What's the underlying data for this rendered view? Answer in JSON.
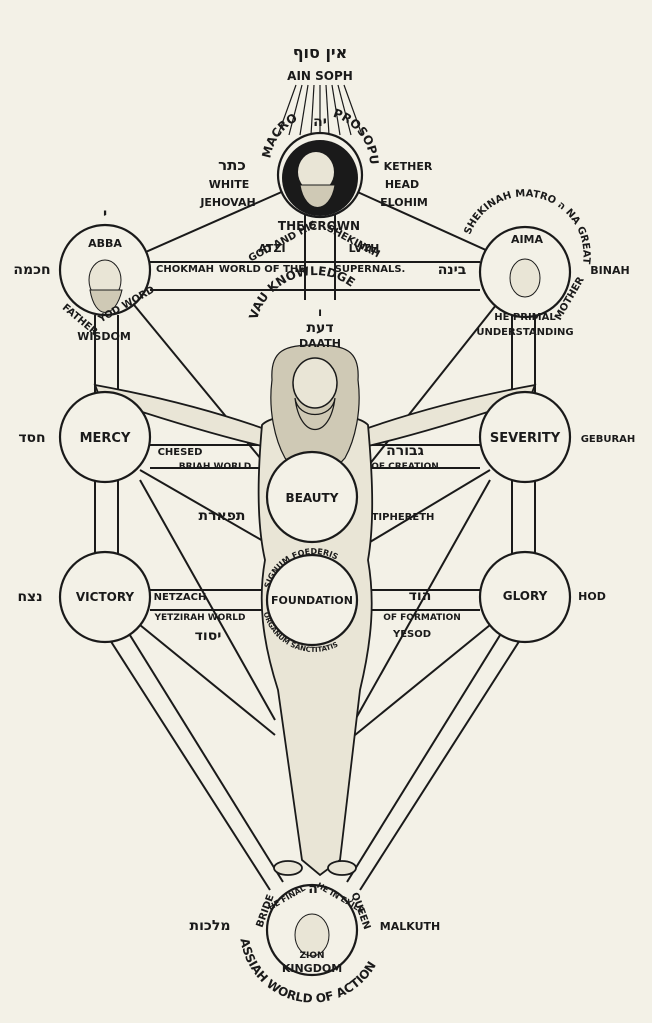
{
  "ain_soph": {
    "hebrew": "אין סוף",
    "label": "AIN SOPH"
  },
  "kether": {
    "arc_left": "MACRO",
    "arc_right": "PROSOPUS",
    "top_letter": "יה",
    "hebrew": "כתר",
    "white": "WHITE",
    "jehovah": "JEHOVAH",
    "kether": "KETHER",
    "head": "HEAD",
    "elohim": "ELOHIM",
    "crown": "THE CROWN",
    "god_and_his": "GOD AND HIS",
    "shekinah": "SHEKINAH",
    "atzi": "ATZI",
    "luth": "LVTH"
  },
  "chokmah": {
    "letter": "י",
    "name": "ABBA",
    "hebrew": "חכמה",
    "arc_left": "FATHER",
    "arc_right": "YOD WORD",
    "wisdom": "WISDOM",
    "chokmah": "CHOKMAH",
    "world_of_the": "WORLD OF THE"
  },
  "binah": {
    "name": "AIMA",
    "binah": "BINAH",
    "hebrew": "בינה",
    "arc_top": "SHEKINAH MATRO ה NA GREAT",
    "arc_right": "MOTHER",
    "primal": "HE PRIMAL",
    "understanding": "UNDERSTANDING",
    "supernals": "SUPERNALS."
  },
  "daath": {
    "arc": "VAU KNOWLEDGE",
    "vau": "ו",
    "hebrew": "דעת",
    "label": "DAATH"
  },
  "chesed": {
    "name": "MERCY",
    "hebrew": "חסד",
    "chesed": "CHESED",
    "briah": "BRIAH WORLD"
  },
  "geburah": {
    "name": "SEVERITY",
    "geburah": "GEBURAH",
    "hebrew": "גבורה",
    "creation": "OF CREATION"
  },
  "tiphereth": {
    "name": "BEAUTY",
    "hebrew": "תפארת",
    "label": "TIPHERETH"
  },
  "netzach": {
    "name": "VICTORY",
    "hebrew": "נצח",
    "netzach": "NETZACH",
    "yetzirah": "YETZIRAH WORLD",
    "yesod_hebrew": "יסוד"
  },
  "hod": {
    "name": "GLORY",
    "hod": "HOD",
    "hebrew": "הוד",
    "formation": "OF FORMATION",
    "yesod": "YESOD"
  },
  "yesod": {
    "name": "FOUNDATION",
    "arc_top": "SIGNUM FOEDERIS",
    "arc_bottom": "ORGANUM SANCTITATIS"
  },
  "malkuth": {
    "bride": "BRIDE",
    "he_final": "HE FINAL",
    "letter": "ה",
    "he_in_exile": "HE IN EXILE",
    "queen": "QUEEN",
    "hebrew": "מלכות",
    "malkuth": "MALKUTH",
    "zion": "ZION",
    "kingdom": "KINGDOM",
    "assiah": "ASSIAH WORLD OF ACTION"
  }
}
